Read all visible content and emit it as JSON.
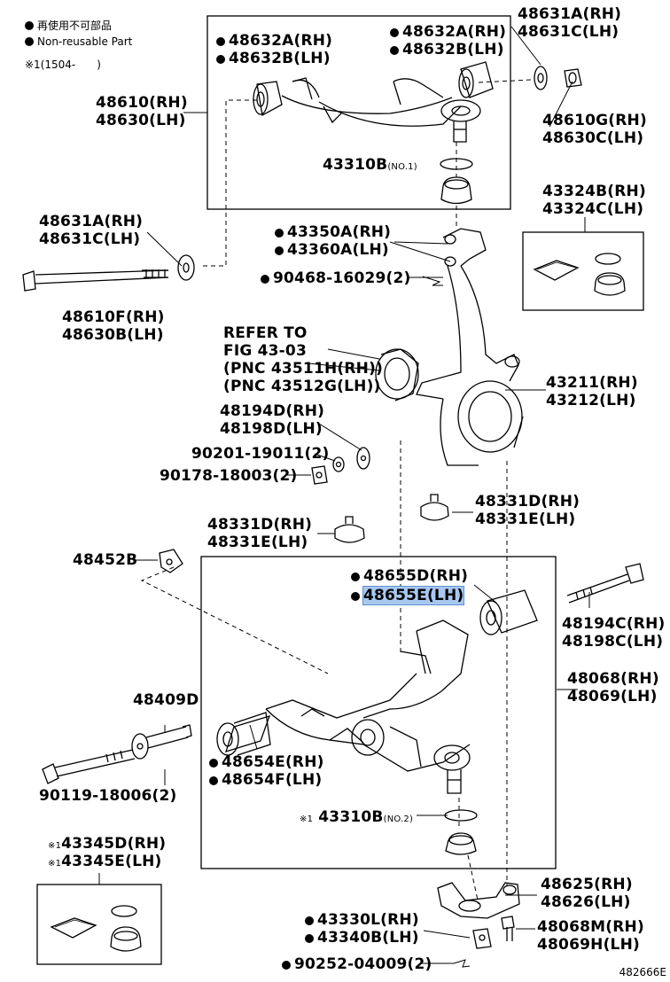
{
  "legend": {
    "non_reusable_ja": "再使用不可部品",
    "non_reusable_en": "Non-reusable Part",
    "note": "※1(1504-　　)"
  },
  "diagram_ref": "482666E",
  "labels": {
    "upper_bush_a_rh": "48632A(RH)",
    "upper_bush_b_lh": "48632B(LH)",
    "upper_bush_a_rh_2": "48632A(RH)",
    "upper_bush_b_lh_2": "48632B(LH)",
    "washer_a_rh_top": "48631A(RH)",
    "washer_c_lh_top": "48631C(LH)",
    "upper_arm_rh": "48610(RH)",
    "upper_arm_lh": "48630(LH)",
    "nut_rh": "48610G(RH)",
    "nut_lh": "48630C(LH)",
    "ball_joint_no1": "43310B",
    "ball_joint_no1_sub": "(NO.1)",
    "boot_kit_rh": "43324B(RH)",
    "boot_kit_lh": "43324C(LH)",
    "washer_a_rh_mid": "48631A(RH)",
    "washer_c_lh_mid": "48631C(LH)",
    "nut_43350a": "43350A(RH)",
    "nut_43360a": "43360A(LH)",
    "pin_90468": "90468-16029(2)",
    "bolt_48610f": "48610F(RH)",
    "bolt_48630b": "48630B(LH)",
    "refer_1": "REFER TO",
    "refer_2": "FIG 43-03",
    "refer_3": "(PNC 43511H(RH))",
    "refer_4": "(PNC 43512G(LH))",
    "knuckle_rh": "43211(RH)",
    "knuckle_lh": "43212(LH)",
    "cam_rh": "48194D(RH)",
    "cam_lh": "48198D(LH)",
    "washer_90201": "90201-19011(2)",
    "nut_90178": "90178-18003(2)",
    "bumper_d_rh_right": "48331D(RH)",
    "bumper_e_lh_right": "48331E(LH)",
    "bumper_d_rh_left": "48331D(RH)",
    "bumper_e_lh_left": "48331E(LH)",
    "part_48452b": "48452B",
    "lower_bush_d_rh": "48655D(RH)",
    "lower_bush_e_lh": "48655E(LH)",
    "cam_bolt_rh": "48194C(RH)",
    "cam_bolt_lh": "48198C(LH)",
    "part_48409d": "48409D",
    "lower_arm_rh": "48068(RH)",
    "lower_arm_lh": "48069(LH)",
    "lower_bush_e_rh": "48654E(RH)",
    "lower_bush_f_lh": "48654F(LH)",
    "bolt_90119": "90119-18006(2)",
    "note_mark": "※1",
    "ball_joint_no2": "43310B",
    "ball_joint_no2_sub": "(NO.2)",
    "boot_43345d": "43345D(RH)",
    "boot_43345e": "43345E(LH)",
    "bracket_rh": "48625(RH)",
    "bracket_lh": "48626(LH)",
    "nut_43330l": "43330L(RH)",
    "nut_43340b": "43340B(LH)",
    "bolt_48068m": "48068M(RH)",
    "bolt_48069h": "48069H(LH)",
    "pin_90252": "90252-04009(2)"
  }
}
